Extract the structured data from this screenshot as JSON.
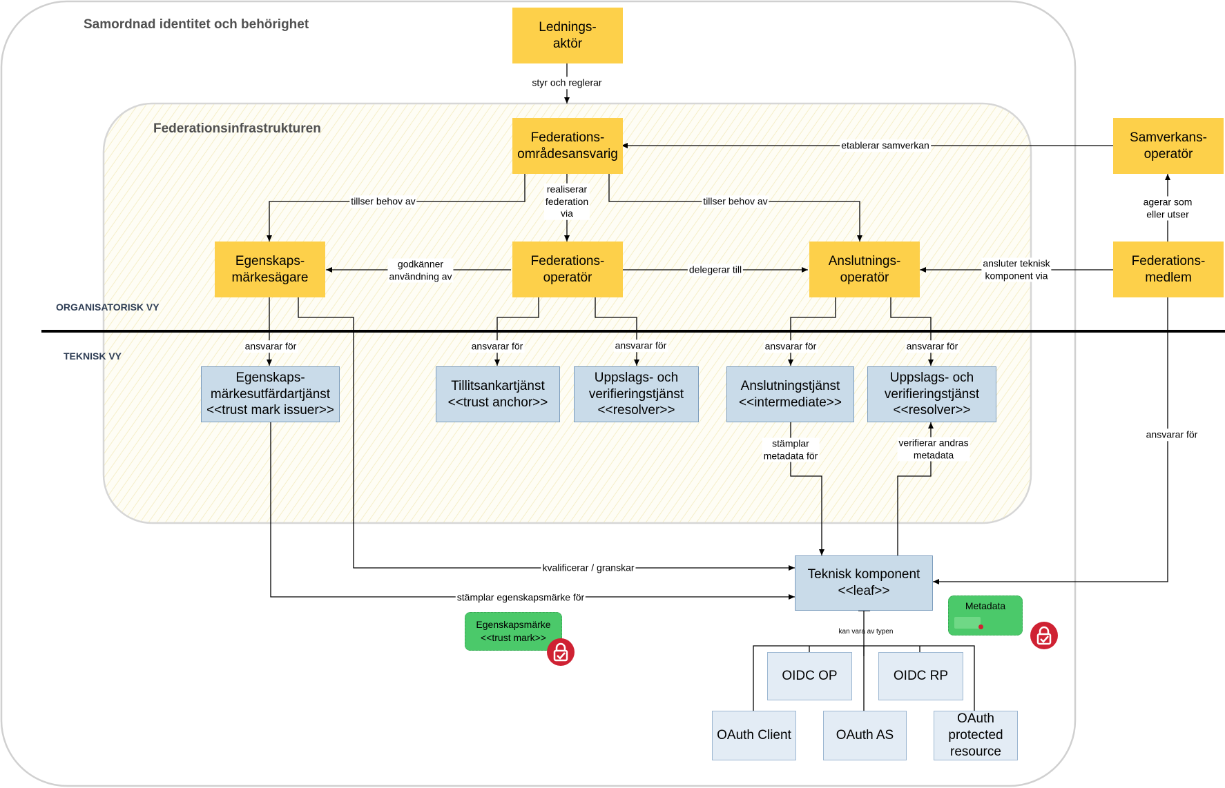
{
  "regions": {
    "outer_title": "Samordnad identitet och behörighet",
    "inner_title": "Federationsinfrastrukturen"
  },
  "views": {
    "organizational": "ORGANISATORISK VY",
    "technical": "TEKNISK VY"
  },
  "org_actors": {
    "lednings": [
      "Lednings-",
      "aktör"
    ],
    "fed_area": [
      "Federations-",
      "områdesansvarig"
    ],
    "samverkans": [
      "Samverkans-",
      "operatör"
    ],
    "egenskaps_owner": [
      "Egenskaps-",
      "märkesägare"
    ],
    "fed_operator": [
      "Federations-",
      "operatör"
    ],
    "anslutnings": [
      "Anslutnings-",
      "operatör"
    ],
    "fed_member": [
      "Federations-",
      "medlem"
    ]
  },
  "tech_services": {
    "issuer": [
      "Egenskaps-",
      "märkesutfärdartjänst",
      "<<trust mark issuer>>"
    ],
    "anchor": [
      "Tillitsankartjänst",
      "<<trust anchor>>"
    ],
    "resolver1": [
      "Uppslags- och",
      "verifieringstjänst",
      "<<resolver>>"
    ],
    "intermediate": [
      "Anslutningstjänst",
      "<<intermediate>>"
    ],
    "resolver2": [
      "Uppslags- och",
      "verifieringstjänst",
      "<<resolver>>"
    ],
    "leaf": [
      "Teknisk komponent",
      "<<leaf>>"
    ]
  },
  "leaf_types": {
    "oidc_op": "OIDC OP",
    "oidc_rp": "OIDC RP",
    "oauth_client": "OAuth Client",
    "oauth_as": "OAuth AS",
    "oauth_resource": [
      "OAuth",
      "protected",
      "resource"
    ]
  },
  "edge_labels": {
    "styr": "styr och reglerar",
    "etablerar": "etablerar samverkan",
    "tillser_left": "tillser behov av",
    "realiserar": [
      "realiserar",
      "federation",
      "via"
    ],
    "tillser_right": "tillser behov av",
    "agerar": [
      "agerar som",
      "eller utser"
    ],
    "godkanner": [
      "godkänner",
      "användning av"
    ],
    "delegerar": "delegerar till",
    "ansluter": [
      "ansluter teknisk",
      "komponent via"
    ],
    "ansvarar_1": "ansvarar för",
    "ansvarar_2": "ansvarar för",
    "ansvarar_3": "ansvarar för",
    "ansvarar_4": "ansvarar för",
    "ansvarar_5": "ansvarar för",
    "ansvarar_member": "ansvarar för",
    "stamplar_metadata": [
      "stämplar",
      "metadata för"
    ],
    "verifierar": [
      "verifierar andras",
      "metadata"
    ],
    "kvalificerar": "kvalificerar / granskar",
    "stamplar_egenskap": "stämplar egenskapsmärke för",
    "kan_vara": "kan vara av typen"
  },
  "notes": {
    "trust_mark": [
      "Egenskapsmärke",
      "<<trust mark>>"
    ],
    "metadata": "Metadata"
  },
  "colors": {
    "org_actor": "#fdd04a",
    "tech_service": "#c9dbe9",
    "leaf_type": "#e3ecf5",
    "note": "#4bc96a",
    "lock_badge": "#cf2233"
  },
  "icons": [
    "lock-badge-icon",
    "lock-badge-icon"
  ]
}
